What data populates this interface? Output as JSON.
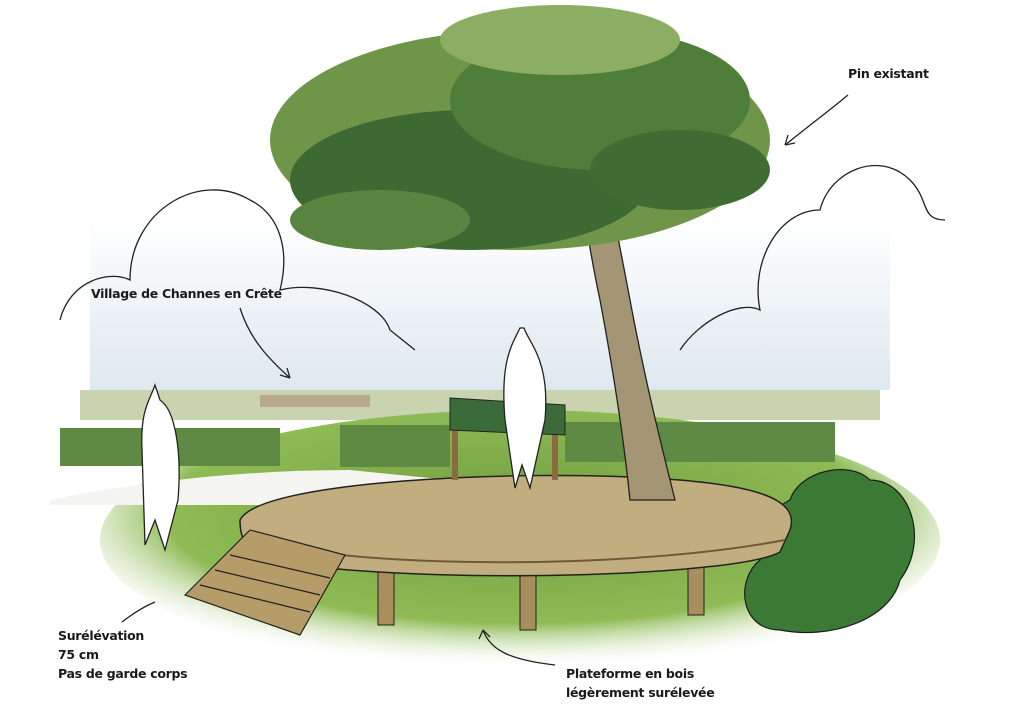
{
  "annotations": {
    "tree": "Pin existant",
    "village": "Village de Channes en Crête",
    "elevation": [
      "Surélévation",
      "75 cm",
      "Pas de garde corps"
    ],
    "platform": [
      "Plateforme en bois",
      "légèrement surélevée"
    ]
  },
  "colors": {
    "sky": "#e6eef3",
    "foliage_dark": "#2f5a2a",
    "foliage_light": "#8fae5c",
    "grass": "#7fae4a",
    "wood": "#b09a6a",
    "trunk": "#9a8c6c"
  }
}
